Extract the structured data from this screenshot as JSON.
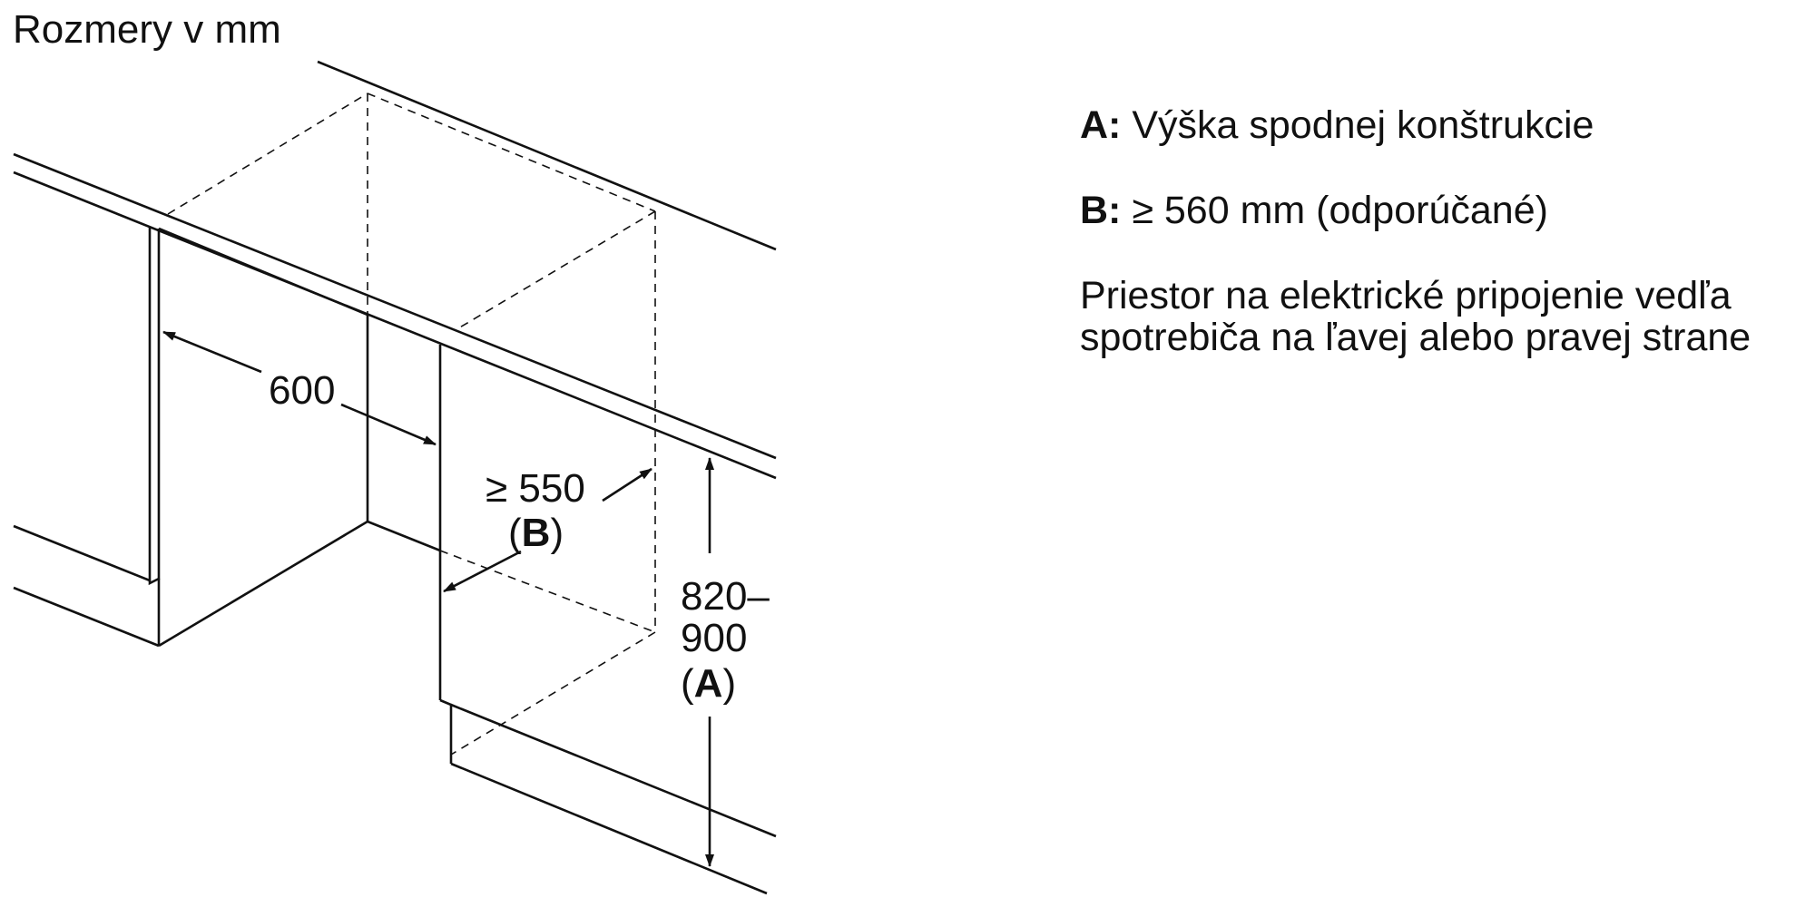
{
  "title": "Rozmery v mm",
  "diagram": {
    "dim_width": "600",
    "dim_depth": "≥ 550",
    "dim_depth_key": "B",
    "dim_height_line1": "820–",
    "dim_height_line2": "900",
    "dim_height_key": "A"
  },
  "legend": {
    "a_key": "A:",
    "a_text": "Výška spodnej konštrukcie",
    "b_key": "B:",
    "b_text": "≥ 560 mm (odporúčané)",
    "note": "Priestor na elektrické pripojenie vedľa spotrebiča na ľavej alebo pravej strane"
  }
}
